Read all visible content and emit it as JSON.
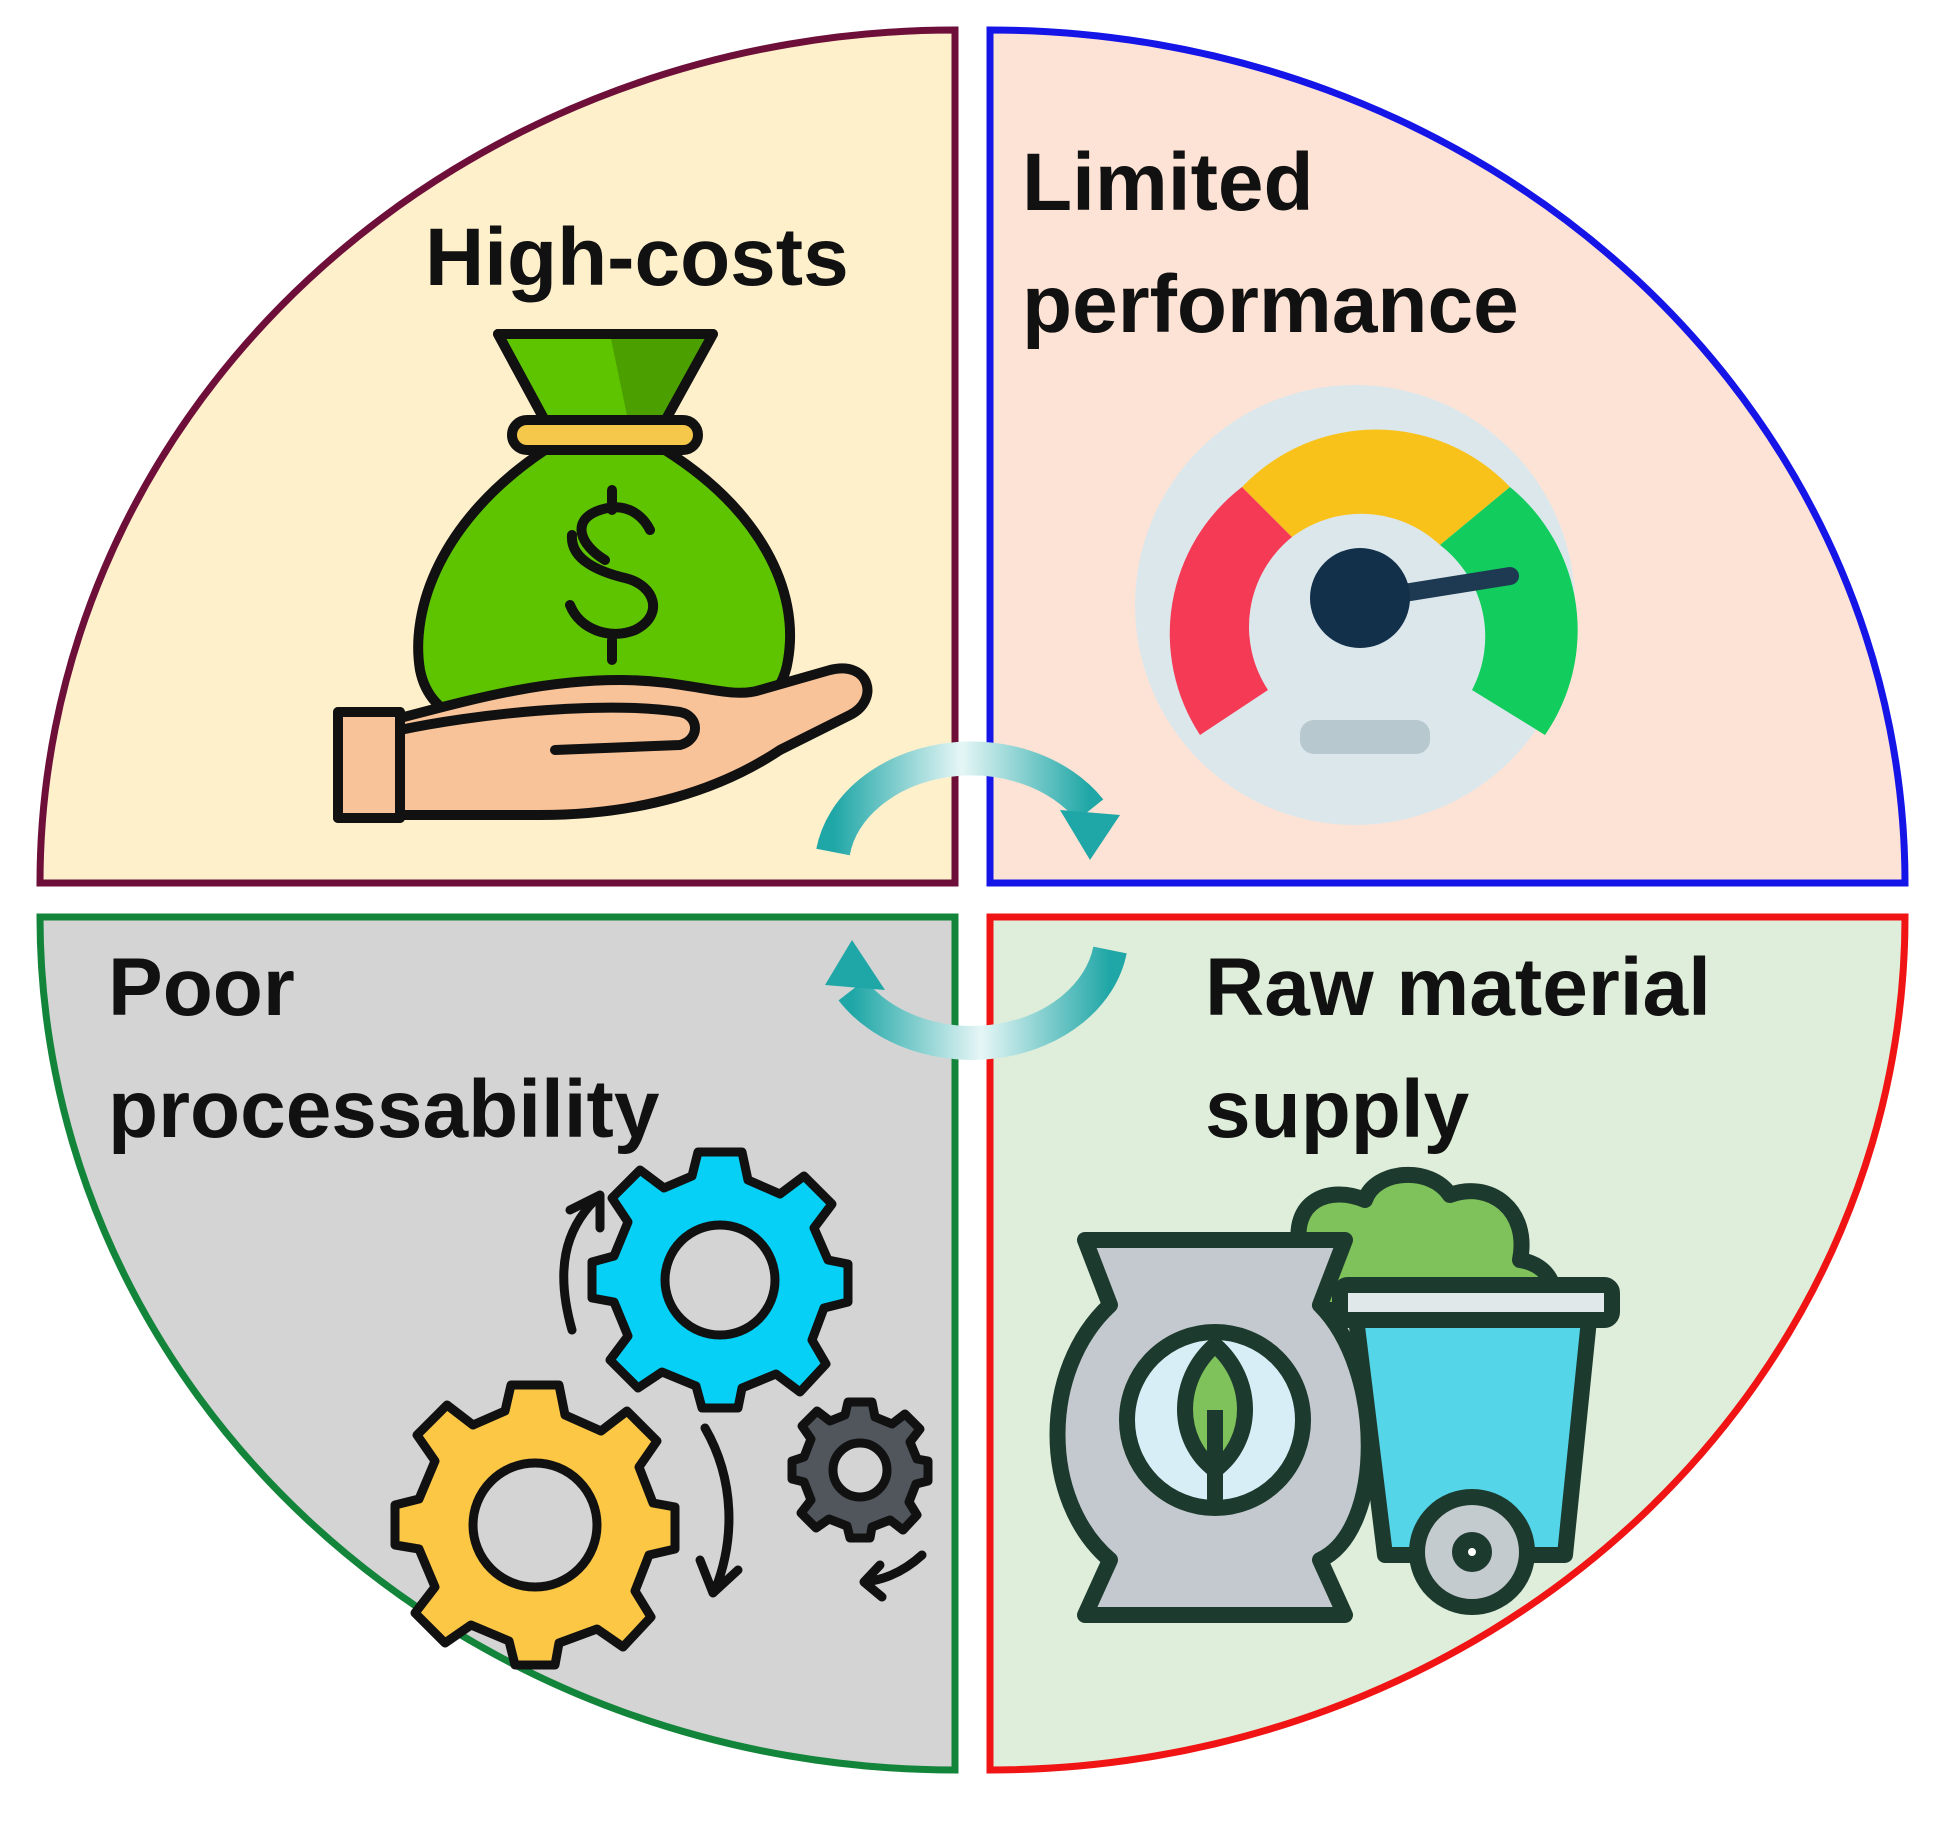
{
  "quadrants": {
    "top_left": {
      "lines": [
        "High-costs"
      ],
      "fill": "#FFF0CC",
      "stroke": "#6E0F3A",
      "icon": "money-bag-hand-icon"
    },
    "top_right": {
      "lines": [
        "Limited",
        "performance"
      ],
      "fill": "#FDE3D5",
      "stroke": "#1515E8",
      "icon": "speedometer-icon"
    },
    "bottom_left": {
      "lines": [
        "Poor",
        "processability"
      ],
      "fill": "#D4D4D4",
      "stroke": "#13853A",
      "icon": "gears-icon"
    },
    "bottom_right": {
      "lines": [
        "Raw material",
        "supply"
      ],
      "fill": "#DFEEDA",
      "stroke": "#F01414",
      "icon": "sack-and-bin-icon"
    }
  },
  "center": {
    "icon": "cycle-arrows-icon",
    "color": "#1FA6A6"
  }
}
